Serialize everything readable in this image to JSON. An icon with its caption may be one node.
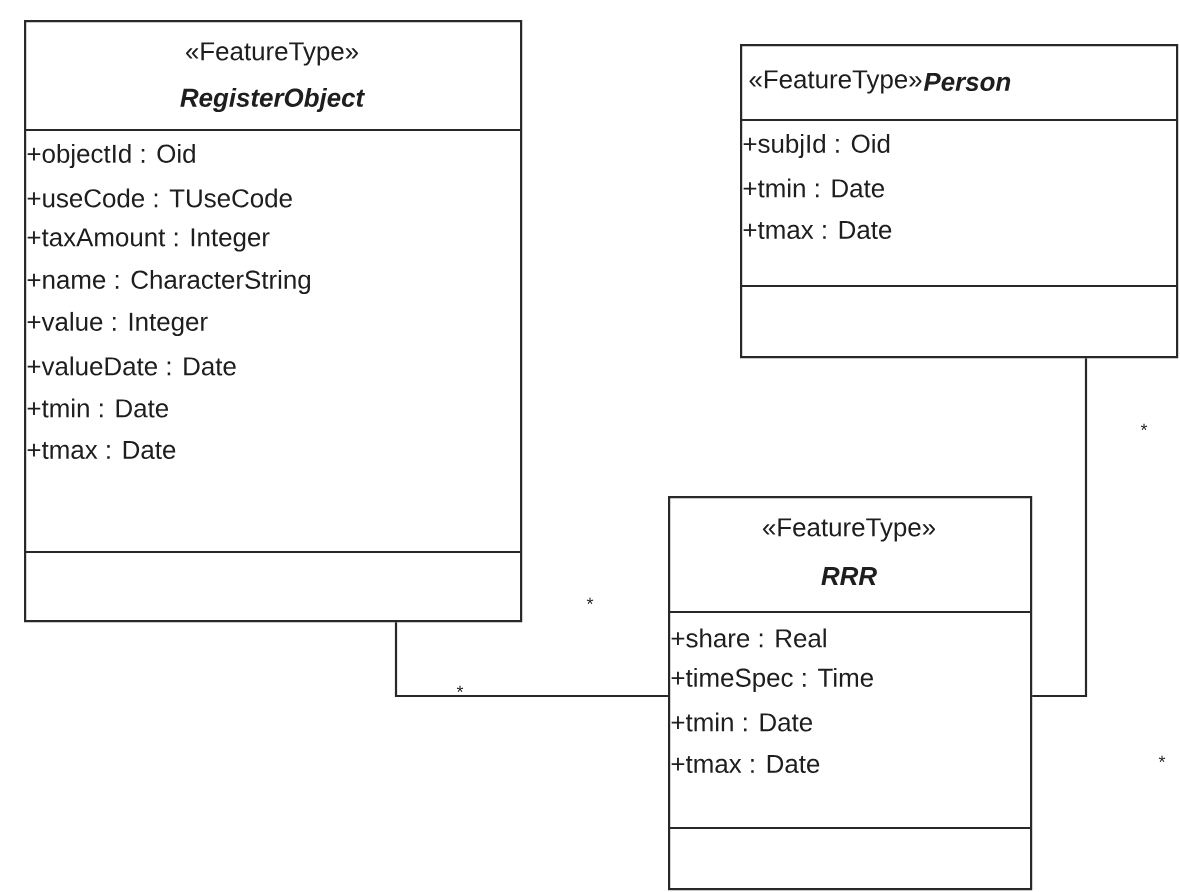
{
  "diagram": {
    "nodes": [
      {
        "text": [
          "«FeatureType»",
          "RegisterObject",
          "+objectId : Oid",
          "+useCode : TUseCode",
          "+taxAmount : Integer",
          "+name : CharacterString",
          "+value : Integer",
          "+valueDate : Date",
          "+tmin : Date",
          "+tmax : Date"
        ]
      },
      {
        "text": [
          "«FeatureType»",
          "Person",
          "+subjId : Oid",
          "+tmin : Date",
          "+tmax : Date"
        ]
      },
      {
        "text": [
          "«FeatureType»",
          "RRR",
          "+share : Real",
          "+timeSpec : Time",
          "+tmin : Date",
          "+tmax : Date"
        ]
      }
    ],
    "edges": [
      {
        "from": 0,
        "to": 2,
        "arrow": "none"
      },
      {
        "from": 1,
        "to": 2,
        "arrow": "none"
      }
    ],
    "labels": [
      "*",
      "*",
      "*",
      "*"
    ]
  }
}
